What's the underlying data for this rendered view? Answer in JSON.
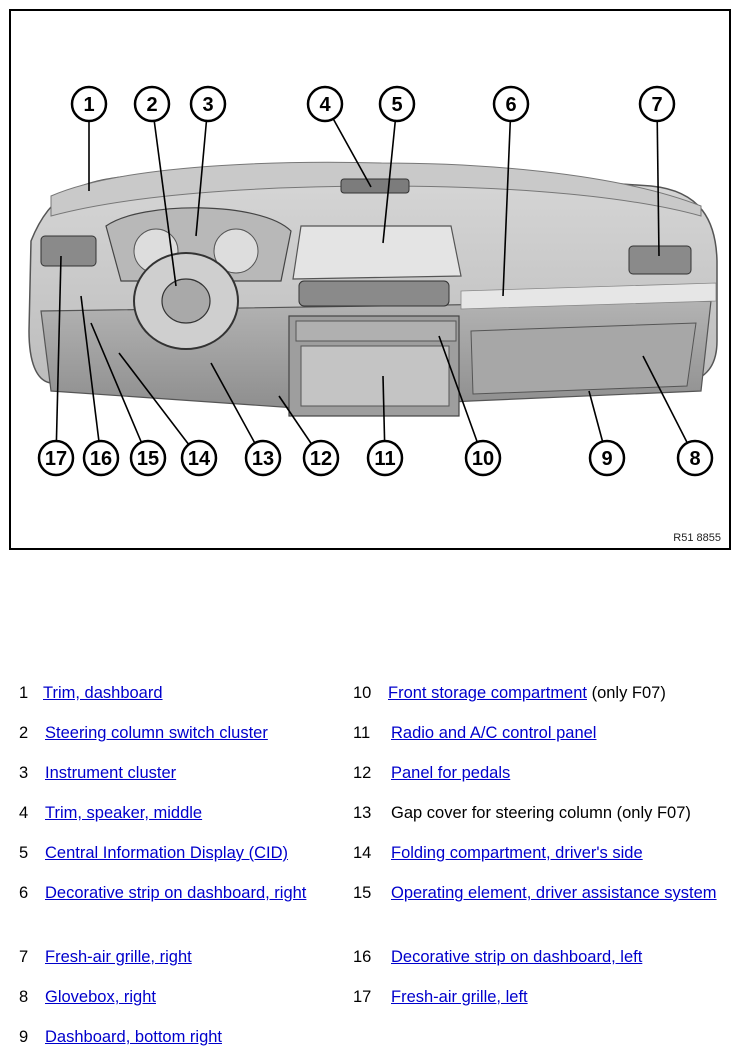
{
  "figure": {
    "code": "R51 8855",
    "callouts": [
      "1",
      "2",
      "3",
      "4",
      "5",
      "6",
      "7",
      "8",
      "9",
      "10",
      "11",
      "12",
      "13",
      "14",
      "15",
      "16",
      "17"
    ]
  },
  "legend": [
    {
      "num": "1",
      "text": "Trim, dashboard",
      "link": true,
      "suffix": ""
    },
    {
      "num": "2",
      "text": "Steering column switch cluster",
      "link": true,
      "suffix": ""
    },
    {
      "num": "3",
      "text": "Instrument cluster",
      "link": true,
      "suffix": ""
    },
    {
      "num": "4",
      "text": "Trim, speaker, middle",
      "link": true,
      "suffix": ""
    },
    {
      "num": "5",
      "text": "Central Information Display (CID)",
      "link": true,
      "suffix": ""
    },
    {
      "num": "6",
      "text": "Decorative strip on dashboard, right",
      "link": true,
      "suffix": ""
    },
    {
      "num": "7",
      "text": "Fresh-air grille, right",
      "link": true,
      "suffix": ""
    },
    {
      "num": "8",
      "text": "Glovebox, right",
      "link": true,
      "suffix": ""
    },
    {
      "num": "9",
      "text": "Dashboard, bottom right",
      "link": true,
      "suffix": ""
    },
    {
      "num": "10",
      "text": "Front storage compartment",
      "link": true,
      "suffix": " (only F07)"
    },
    {
      "num": "11",
      "text": "Radio and A/C control panel",
      "link": true,
      "suffix": ""
    },
    {
      "num": "12",
      "text": "Panel for pedals",
      "link": true,
      "suffix": ""
    },
    {
      "num": "13",
      "text": "Gap cover for steering column (only F07)",
      "link": false,
      "suffix": ""
    },
    {
      "num": "14",
      "text": "Folding compartment, driver's side",
      "link": true,
      "suffix": ""
    },
    {
      "num": "15",
      "text": "Operating element, driver assistance system",
      "link": true,
      "suffix": ""
    },
    {
      "num": "16",
      "text": "Decorative strip on dashboard, left",
      "link": true,
      "suffix": ""
    },
    {
      "num": "17",
      "text": "Fresh-air grille, left",
      "link": true,
      "suffix": ""
    }
  ]
}
